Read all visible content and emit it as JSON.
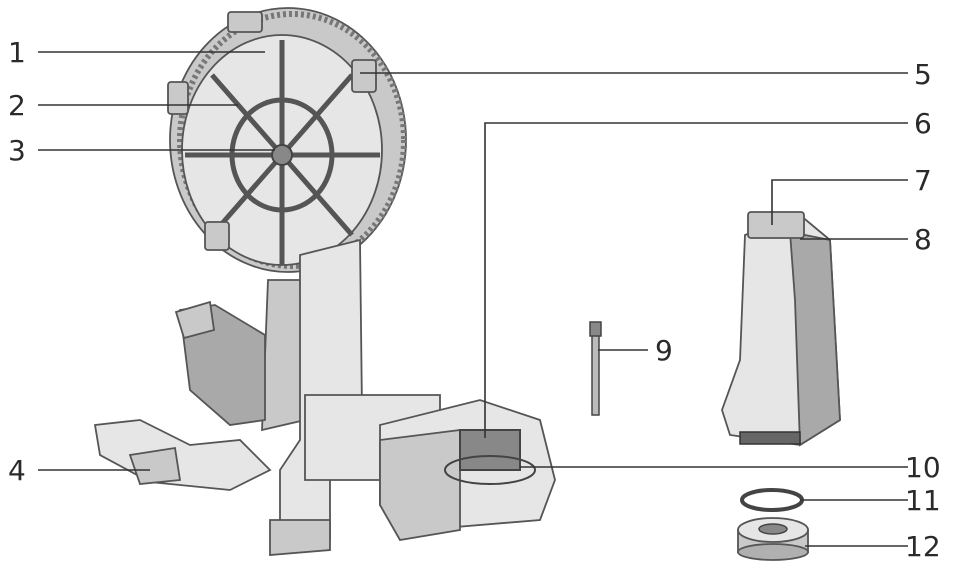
{
  "diagram": {
    "callouts": [
      {
        "id": "1",
        "label": "1"
      },
      {
        "id": "2",
        "label": "2"
      },
      {
        "id": "3",
        "label": "3"
      },
      {
        "id": "4",
        "label": "4"
      },
      {
        "id": "5",
        "label": "5"
      },
      {
        "id": "6",
        "label": "6"
      },
      {
        "id": "7",
        "label": "7"
      },
      {
        "id": "8",
        "label": "8"
      },
      {
        "id": "9",
        "label": "9"
      },
      {
        "id": "10",
        "label": "10"
      },
      {
        "id": "11",
        "label": "11"
      },
      {
        "id": "12",
        "label": "12"
      }
    ]
  },
  "colors": {
    "line": "#333333",
    "part_light": "#e6e6e6",
    "part_mid": "#c9c9c9",
    "part_dark": "#a9a9a9"
  }
}
